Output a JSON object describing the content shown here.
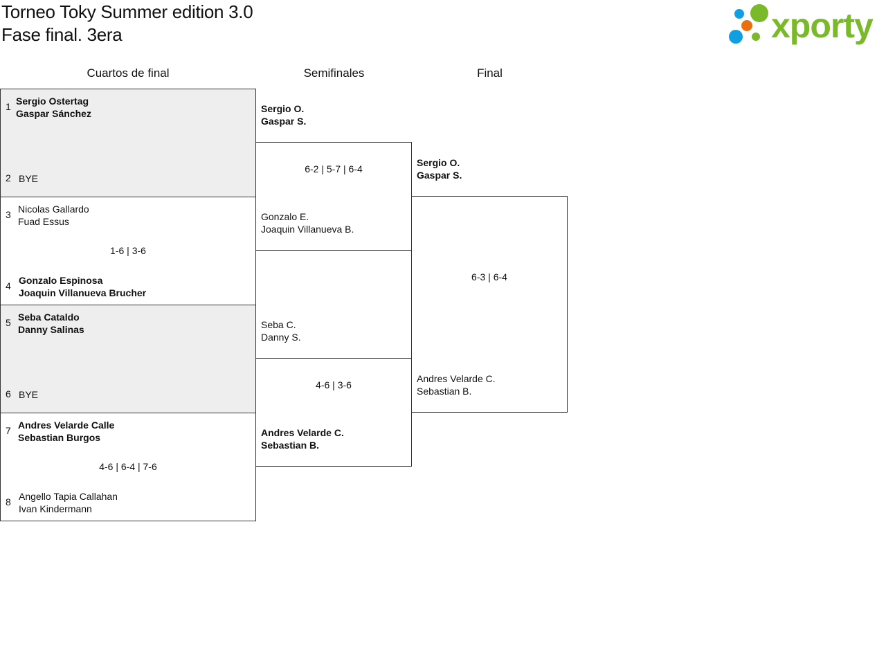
{
  "header": {
    "title": "Torneo Toky Summer edition 3.0",
    "subtitle": "Fase final. 3era",
    "logo_text": "xporty"
  },
  "colors": {
    "logo_green": "#7ab929",
    "logo_blue": "#109fe0",
    "logo_orange": "#e8700f",
    "bye_bg": "#eeeeee"
  },
  "rounds": [
    "Cuartos de final",
    "Semifinales",
    "Final"
  ],
  "quarters": [
    {
      "a": {
        "seed": "1",
        "p1": "Sergio Ostertag",
        "p2": "Gaspar Sánchez"
      },
      "b": {
        "seed": "2",
        "p1": "BYE",
        "p2": ""
      },
      "score": ""
    },
    {
      "a": {
        "seed": "3",
        "p1": "Nicolas Gallardo",
        "p2": "Fuad Essus"
      },
      "b": {
        "seed": "4",
        "p1": "Gonzalo Espinosa",
        "p2": "Joaquin Villanueva Brucher"
      },
      "score": "1-6 | 3-6"
    },
    {
      "a": {
        "seed": "5",
        "p1": "Seba Cataldo",
        "p2": "Danny Salinas"
      },
      "b": {
        "seed": "6",
        "p1": "BYE",
        "p2": ""
      },
      "score": ""
    },
    {
      "a": {
        "seed": "7",
        "p1": "Andres Velarde Calle",
        "p2": "Sebastian Burgos"
      },
      "b": {
        "seed": "8",
        "p1": "Angello Tapia Callahan",
        "p2": "Ivan Kindermann"
      },
      "score": "4-6 | 6-4 | 7-6"
    }
  ],
  "semis": [
    {
      "a": {
        "p1": "Sergio O.",
        "p2": "Gaspar S."
      },
      "b": {
        "p1": "Gonzalo E.",
        "p2": "Joaquin Villanueva B."
      },
      "score": "6-2 | 5-7 | 6-4"
    },
    {
      "a": {
        "p1": "Seba C.",
        "p2": "Danny S."
      },
      "b": {
        "p1": "Andres Velarde C.",
        "p2": "Sebastian B."
      },
      "score": "4-6 | 3-6"
    }
  ],
  "final": {
    "a": {
      "p1": "Sergio O.",
      "p2": "Gaspar S."
    },
    "b": {
      "p1": "Andres Velarde C.",
      "p2": "Sebastian B."
    },
    "score": "6-3 | 6-4"
  }
}
